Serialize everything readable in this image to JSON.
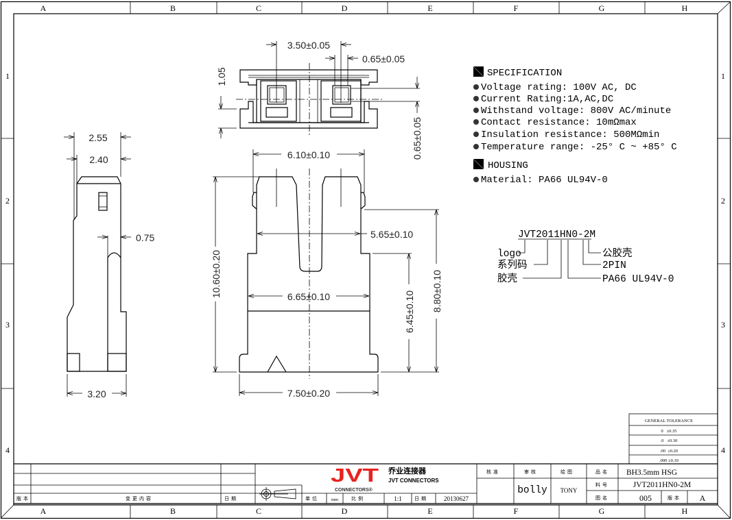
{
  "frame": {
    "columns": [
      "A",
      "B",
      "C",
      "D",
      "E",
      "F",
      "G",
      "H"
    ],
    "rows": [
      "1",
      "2",
      "3",
      "4"
    ]
  },
  "top_view": {
    "dims": [
      "3.50±0.05",
      "0.65±0.05",
      "1.05",
      "0.65±0.05"
    ]
  },
  "front_view": {
    "dims": [
      "6.10±0.10",
      "5.65±0.10",
      "6.65±0.10",
      "7.50±0.20",
      "10.60±0.20",
      "6.45±0.10",
      "8.80±0.10"
    ]
  },
  "side_view": {
    "dims": [
      "2.55",
      "2.40",
      "0.75",
      "3.20"
    ]
  },
  "specification": {
    "title": "SPECIFICATION",
    "items": [
      "Voltage rating: 100V AC, DC",
      "Current Rating:1A,AC,DC",
      "Withstand voltage: 800V AC/minute",
      "Contact resistance: 10mΩmax",
      "Insulation resistance: 500MΩmin",
      "Temperature range: -25° C ~ +85° C"
    ]
  },
  "housing": {
    "title": "HOUSING",
    "items": [
      "Material: PA66  UL94V-0"
    ]
  },
  "part_code": {
    "code": "JVT2011HN0-2M",
    "left_labels": [
      "logo",
      "系列码",
      "胶壳"
    ],
    "right_labels": [
      "公胶壳",
      "2PIN",
      "PA66 UL94V-0"
    ]
  },
  "tolerance": {
    "title": "GENERAL TOLERANCE",
    "rows": [
      "0   ±0.35",
      ".0   ±0.30",
      ".00  ±0.20",
      ".000 ±0.10"
    ]
  },
  "title_block": {
    "revision_label": "版本",
    "change_label": "变更内容",
    "date_label": "日期",
    "unit_label": "单位",
    "unit_value": "mm",
    "scale_label": "比例",
    "scale_value": "1:1",
    "date_label2": "日期",
    "date_value": "20130627",
    "logo": {
      "mark": "JVT",
      "sub": "CONNECTORS®",
      "cn_name": "乔业连接器",
      "en_name": "JVT CONNECTORS",
      "color": "#e8231f"
    },
    "approved_label": "核准",
    "checked_label": "审核",
    "drawn_label": "绘图",
    "checked_value": "bolly",
    "drawn_value": "TONY",
    "product_name_label": "品名",
    "product_name_value": "BH3.5mm HSG",
    "part_no_label": "料号",
    "part_no_value": "JVT2011HN0-2M",
    "drawing_no_label": "图名",
    "drawing_no_value": "005",
    "version_label": "版本",
    "version_value": "A"
  }
}
